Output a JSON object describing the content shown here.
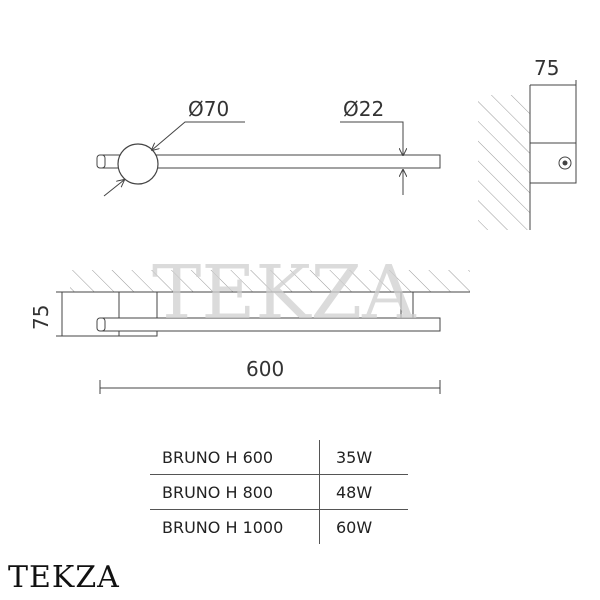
{
  "dimensions": {
    "bracket_diameter": "Ø70",
    "tube_diameter": "Ø22",
    "side_depth": "75",
    "front_height": "75",
    "length": "600"
  },
  "watermark": "TEKZA",
  "specs": {
    "rows": [
      {
        "model": "BRUNO H 600",
        "power": "35W"
      },
      {
        "model": "BRUNO H 800",
        "power": "48W"
      },
      {
        "model": "BRUNO H 1000",
        "power": "60W"
      }
    ]
  },
  "brand": "TEKZA",
  "icons": {
    "wall_hatch": "hatch-pattern",
    "arrows": "dimension-arrow"
  },
  "colors": {
    "line": "#444444",
    "hatch": "#9a9a9a",
    "watermark": "#cfcfcf"
  }
}
